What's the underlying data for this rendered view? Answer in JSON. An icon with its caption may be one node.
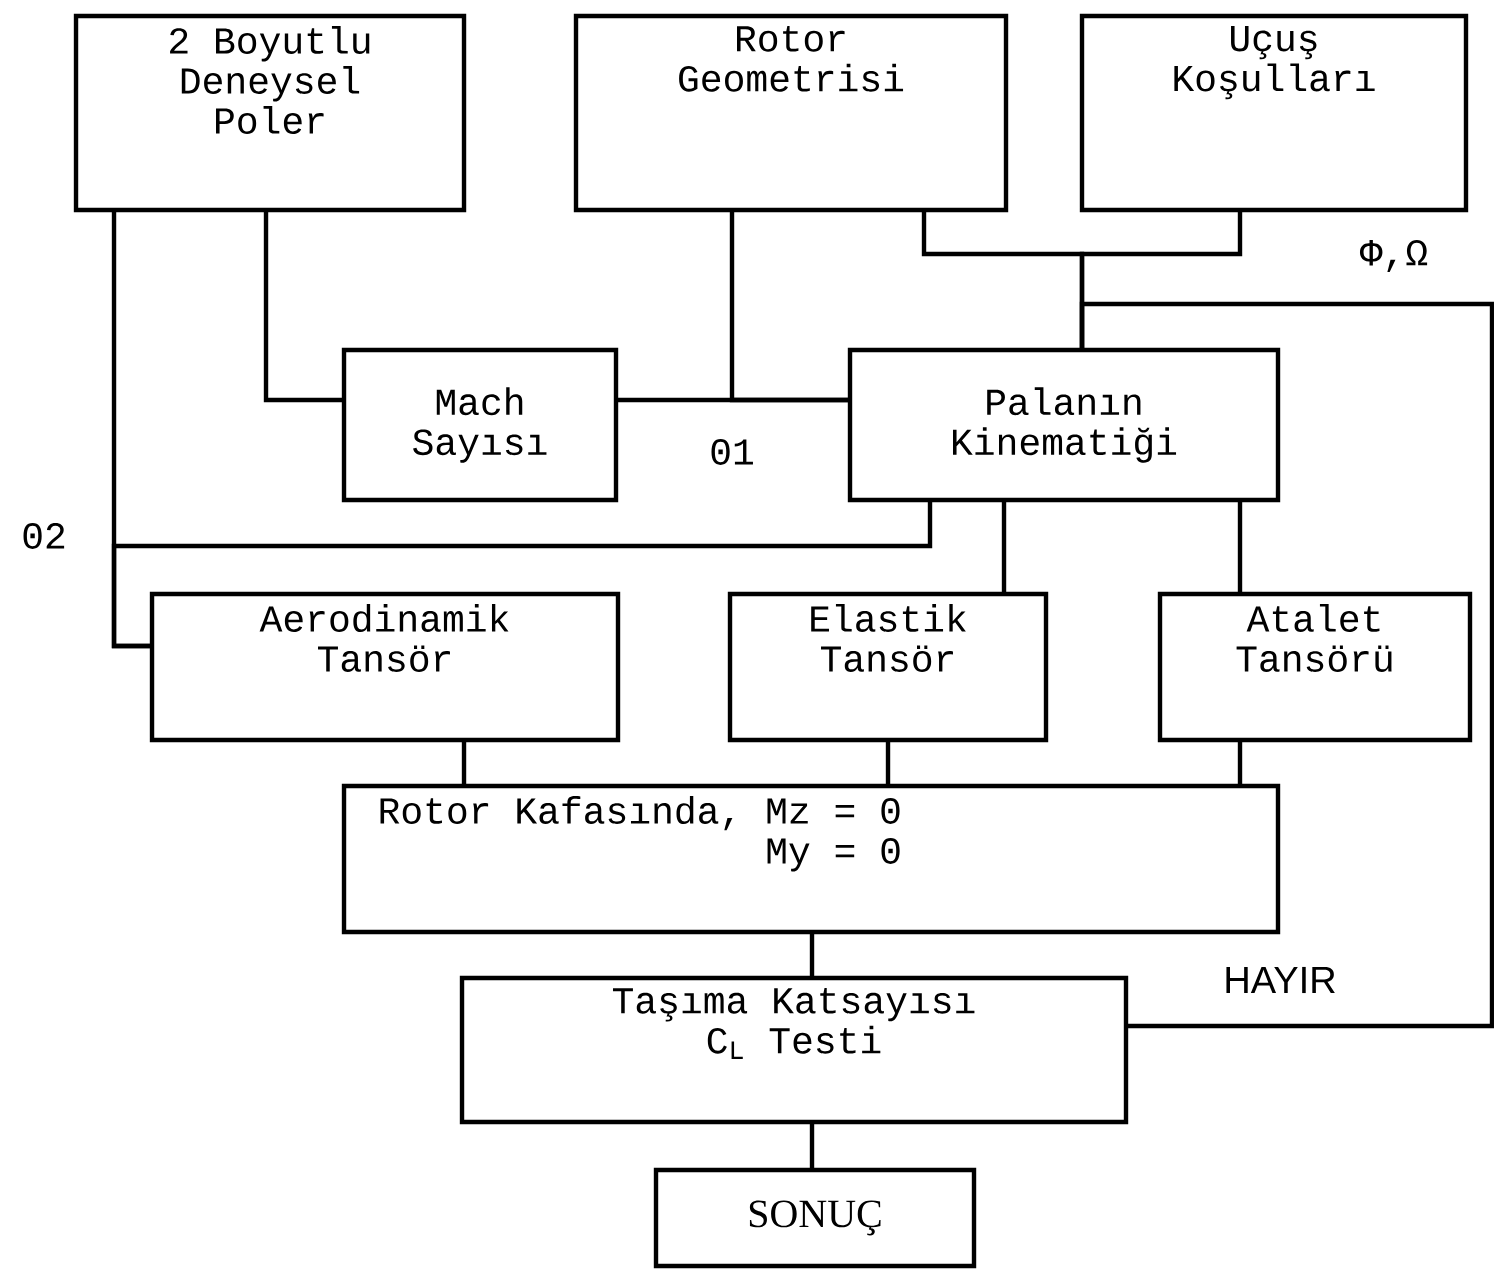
{
  "diagram": {
    "nodes": [
      {
        "text": [
          "2 Boyutlu Deneysel Poler"
        ]
      },
      {
        "text": [
          "Rotor Geometrisi"
        ]
      },
      {
        "text": [
          "Uçuş Koşulları"
        ]
      },
      {
        "text": [
          "Mach Sayısı"
        ]
      },
      {
        "text": [
          "Palanın Kinematiği"
        ]
      },
      {
        "text": [
          "Aerodinamik Tansör"
        ]
      },
      {
        "text": [
          "Elastik Tansör"
        ]
      },
      {
        "text": [
          "Atalet Tansörü"
        ]
      },
      {
        "text": [
          "Rotor Kafasında, Mz = 0 My = 0"
        ]
      },
      {
        "text": [
          "Taşıma Katsayısı C$_{L}$ Testi"
        ]
      },
      {
        "text": [
          "SONUÇ"
        ]
      }
    ],
    "edges": [
      {
        "from": 0,
        "to": 3,
        "arrow": "none"
      },
      {
        "from": 3,
        "to": 4,
        "arrow": "none"
      },
      {
        "from": 1,
        "to": 4,
        "arrow": "none"
      },
      {
        "from": 1,
        "to": 4,
        "arrow": "none"
      },
      {
        "from": 2,
        "to": 4,
        "arrow": "none"
      },
      {
        "from": 9,
        "to": 4,
        "arrow": "none",
        "label": "HAYIR"
      },
      {
        "from": 0,
        "to": 5,
        "arrow": "none"
      },
      {
        "from": 4,
        "to": 5,
        "arrow": "none"
      },
      {
        "from": 4,
        "to": 6,
        "arrow": "none"
      },
      {
        "from": 4,
        "to": 7,
        "arrow": "none"
      },
      {
        "from": 5,
        "to": 8,
        "arrow": "none"
      },
      {
        "from": 6,
        "to": 8,
        "arrow": "none"
      },
      {
        "from": 7,
        "to": 8,
        "arrow": "none"
      },
      {
        "from": 8,
        "to": 9,
        "arrow": "none"
      },
      {
        "from": 9,
        "to": 10,
        "arrow": "none"
      }
    ],
    "labels": [
      "Φ,Ω",
      "01",
      "02"
    ]
  }
}
